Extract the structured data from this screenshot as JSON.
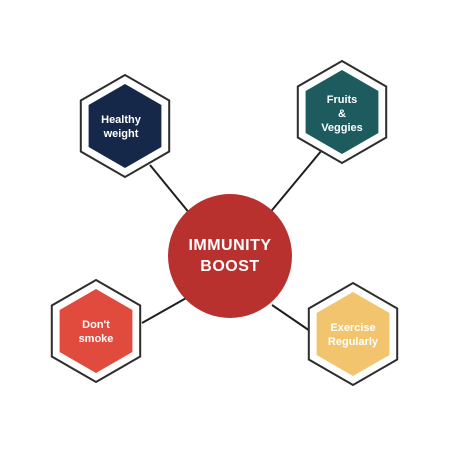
{
  "center": {
    "line1": "IMMUNITY",
    "line2": "BOOST",
    "color": "#b8312f"
  },
  "nodes": [
    {
      "id": "healthy-weight",
      "lines": [
        "Healthy",
        "weight"
      ],
      "color": "#16284a"
    },
    {
      "id": "fruits-veggies",
      "lines": [
        "Fruits",
        "&",
        "Veggies"
      ],
      "color": "#1d5b5f"
    },
    {
      "id": "dont-smoke",
      "lines": [
        "Don't",
        "smoke"
      ],
      "color": "#e04b3d"
    },
    {
      "id": "exercise-regularly",
      "lines": [
        "Exercise",
        "Regularly"
      ],
      "color": "#f2c46e"
    }
  ],
  "colors": {
    "outline": "#2d2d2d",
    "connector": "#1f1f1f",
    "background": "#ffffff"
  }
}
